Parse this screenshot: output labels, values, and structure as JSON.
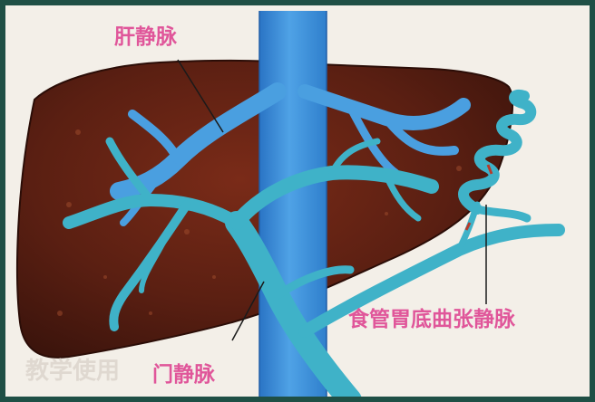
{
  "labels": {
    "hepatic_veins": "肝静脉",
    "portal_vein": "门静脉",
    "fundic_varices": "食管胃底曲张静脉"
  },
  "watermark": "教学使用",
  "colors": {
    "frame": "#1f4f45",
    "background": "#f3efe8",
    "liver": "#5a1f12",
    "ivc": "#3f90d8",
    "veins": "#3aa8c7",
    "label": "#e0569a"
  }
}
